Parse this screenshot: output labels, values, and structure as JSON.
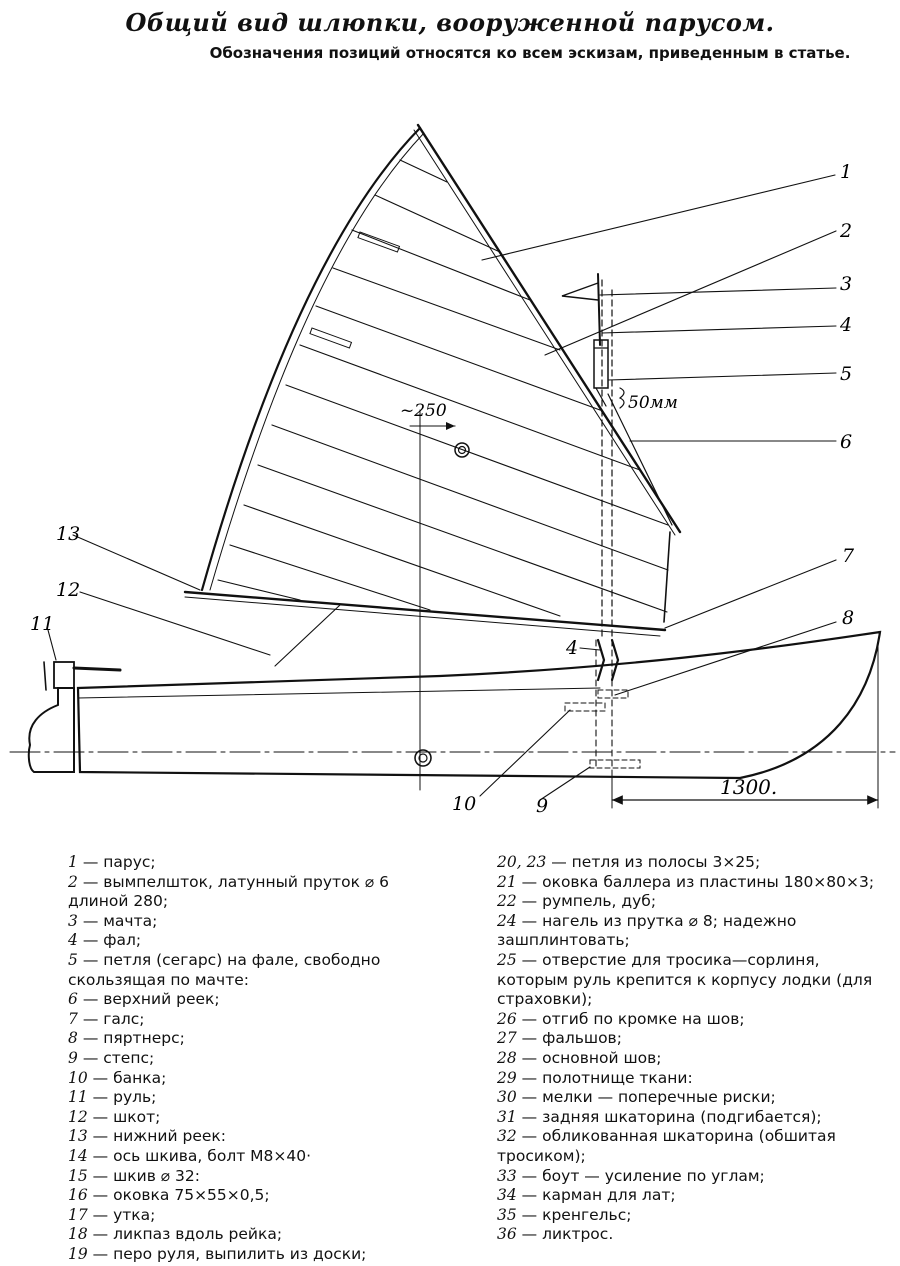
{
  "title": "Общий вид шлюпки, вооруженной парусом.",
  "subtitle": "Обозначения позиций относятся ко всем эскизам, приведенным в статье.",
  "drawing": {
    "callouts": [
      "1",
      "2",
      "3",
      "4",
      "5",
      "6",
      "7",
      "8",
      "9",
      "10",
      "11",
      "12",
      "13",
      "4"
    ],
    "dimension_250": "~250",
    "dimension_50": "50мм",
    "dimension_1300": "1300."
  },
  "legend_left": [
    {
      "num": "1",
      "text": "— парус;"
    },
    {
      "num": "2",
      "text": "— вымпелшток, латунный пруток ⌀ 6 длиной 280;"
    },
    {
      "num": "3",
      "text": "— мачта;"
    },
    {
      "num": "4",
      "text": "— фал;"
    },
    {
      "num": "5",
      "text": "— петля (сегарс) на фале, свободно скользящая по мачте:"
    },
    {
      "num": "6",
      "text": "— верхний реек;"
    },
    {
      "num": "7",
      "text": "— галс;"
    },
    {
      "num": "8",
      "text": "— пяртнерс;"
    },
    {
      "num": "9",
      "text": "— степс;"
    },
    {
      "num": "10",
      "text": "— банка;"
    },
    {
      "num": "11",
      "text": "— руль;"
    },
    {
      "num": "12",
      "text": "— шкот;"
    },
    {
      "num": "13",
      "text": "— нижний реек:"
    },
    {
      "num": "14",
      "text": "— ось шкива, болт М8×40·"
    },
    {
      "num": "15",
      "text": "— шкив ⌀ 32:"
    },
    {
      "num": "16",
      "text": "— оковка 75×55×0,5;"
    },
    {
      "num": "17",
      "text": "— утка;"
    },
    {
      "num": "18",
      "text": "— ликпаз вдоль рейка;"
    },
    {
      "num": "19",
      "text": "— перо руля, выпилить из доски;"
    }
  ],
  "legend_right": [
    {
      "num": "20, 23",
      "text": "— петля из полосы 3×25;"
    },
    {
      "num": "21",
      "text": "— оковка баллера из пластины 180×80×3;"
    },
    {
      "num": "22",
      "text": "— румпель, дуб;"
    },
    {
      "num": "24",
      "text": "— нагель из прутка ⌀ 8; надежно зашплинтовать;"
    },
    {
      "num": "25",
      "text": "— отверстие для тросика—сорлиня, которым руль крепится к корпусу лодки (для страховки);"
    },
    {
      "num": "26",
      "text": "— отгиб по кромке на шов;"
    },
    {
      "num": "27",
      "text": "— фальшов;"
    },
    {
      "num": "28",
      "text": "— основной шов;"
    },
    {
      "num": "29",
      "text": "— полотнище ткани:"
    },
    {
      "num": "30",
      "text": "— мелки — поперечные риски;"
    },
    {
      "num": "31",
      "text": "— задняя шкаторина (подгибается);"
    },
    {
      "num": "32",
      "text": "— обликованная шкаторина (обшитая тросиком);"
    },
    {
      "num": "33",
      "text": "— боут — усиление по углам;"
    },
    {
      "num": "34",
      "text": "— карман для лат;"
    },
    {
      "num": "35",
      "text": "— кренгельс;"
    },
    {
      "num": "36",
      "text": "— ликтрос."
    }
  ]
}
